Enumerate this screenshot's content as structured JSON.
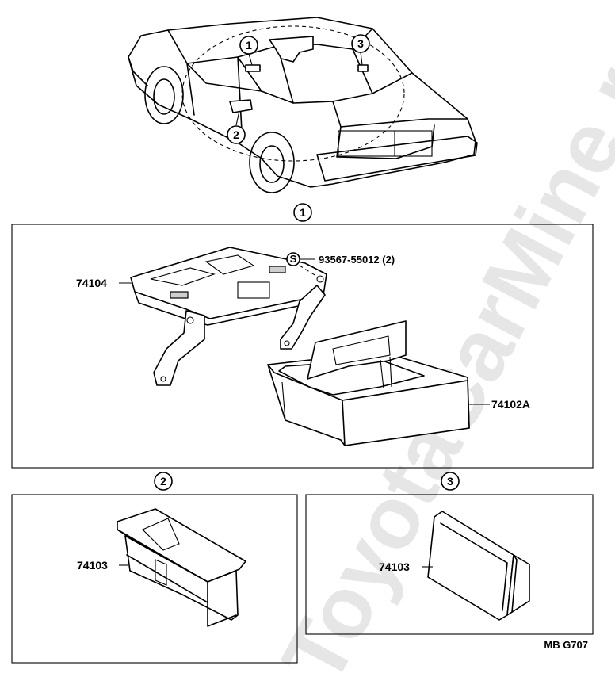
{
  "watermark": "ToyotaCarMine.ru",
  "callouts": {
    "c1": "1",
    "c2": "2",
    "c3": "3"
  },
  "parts": {
    "bracket": "74104",
    "bolt": "93567-55012 (2)",
    "bolt_symbol": "S",
    "box_main": "74102A",
    "box_left": "74103",
    "box_right": "74103"
  },
  "diagram_code": "MB G707",
  "icons": {
    "callout_shape": "circled-number",
    "bolt_symbol_shape": "circled-letter"
  }
}
